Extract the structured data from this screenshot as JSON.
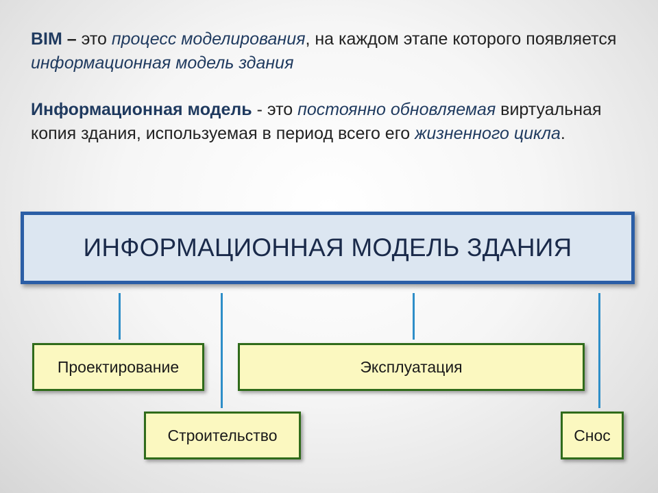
{
  "definitions": {
    "bim": {
      "term": "BIM",
      "dash": " –",
      "t1": " это ",
      "i1": "процесс моделирования",
      "t2": ", на каждом этапе которого появляется ",
      "i2": "информационная модель здания"
    },
    "model": {
      "term": "Информационная модель",
      "t1": " - это ",
      "i1": "постоянно обновляемая",
      "t2": " виртуальная копия здания, используемая в период всего его ",
      "i2": "жизненного цикла",
      "t3": "."
    }
  },
  "diagram": {
    "main_title": "ИНФОРМАЦИОННАЯ МОДЕЛЬ ЗДАНИЯ",
    "stages": {
      "design": "Проектирование",
      "construction": "Строительство",
      "operation": "Эксплуатация",
      "demolition": "Снос"
    },
    "colors": {
      "main_border": "#2b5ea6",
      "main_fill": "#dce6f1",
      "connector": "#2e8ec8",
      "stage_border": "#2f6b1a",
      "stage_fill": "#fbf8c0"
    }
  }
}
